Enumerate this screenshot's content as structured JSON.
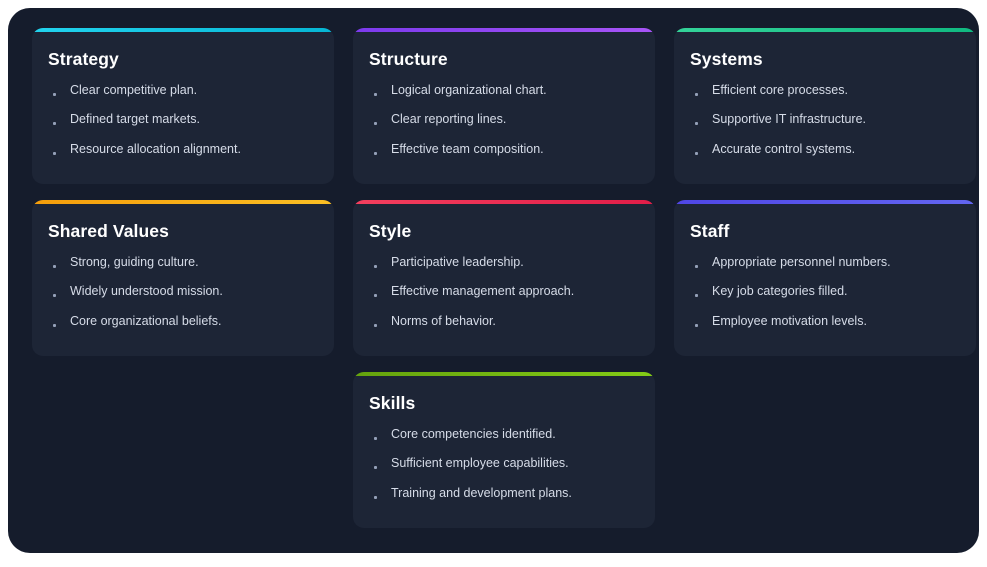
{
  "theme": {
    "page_background": "#ffffff",
    "board_background": "#151c2c",
    "card_background": "#1d2536",
    "title_color": "#ffffff",
    "item_color": "#d6dce8",
    "bullet_color": "#94a0b8"
  },
  "cards": [
    {
      "id": "strategy",
      "title": "Strategy",
      "accent_from": "#22d3ee",
      "accent_to": "#06b6d4",
      "items": [
        "Clear competitive plan.",
        "Defined target markets.",
        "Resource allocation alignment."
      ]
    },
    {
      "id": "structure",
      "title": "Structure",
      "accent_from": "#7c3aed",
      "accent_to": "#a855f7",
      "items": [
        "Logical organizational chart.",
        "Clear reporting lines.",
        "Effective team composition."
      ]
    },
    {
      "id": "systems",
      "title": "Systems",
      "accent_from": "#34d399",
      "accent_to": "#10b981",
      "items": [
        "Efficient core processes.",
        "Supportive IT infrastructure.",
        "Accurate control systems."
      ]
    },
    {
      "id": "shared-values",
      "title": "Shared Values",
      "accent_from": "#f59e0b",
      "accent_to": "#fbbf24",
      "items": [
        "Strong, guiding culture.",
        "Widely understood mission.",
        "Core organizational beliefs."
      ]
    },
    {
      "id": "style",
      "title": "Style",
      "accent_from": "#f43f5e",
      "accent_to": "#e11d48",
      "items": [
        "Participative leadership.",
        "Effective management approach.",
        "Norms of behavior."
      ]
    },
    {
      "id": "staff",
      "title": "Staff",
      "accent_from": "#4f46e5",
      "accent_to": "#6366f1",
      "items": [
        "Appropriate personnel numbers.",
        "Key job categories filled.",
        "Employee motivation levels."
      ]
    },
    {
      "id": "skills",
      "title": "Skills",
      "accent_from": "#65a30d",
      "accent_to": "#84cc16",
      "items": [
        "Core competencies identified.",
        "Sufficient employee capabilities.",
        "Training and development plans."
      ]
    }
  ]
}
